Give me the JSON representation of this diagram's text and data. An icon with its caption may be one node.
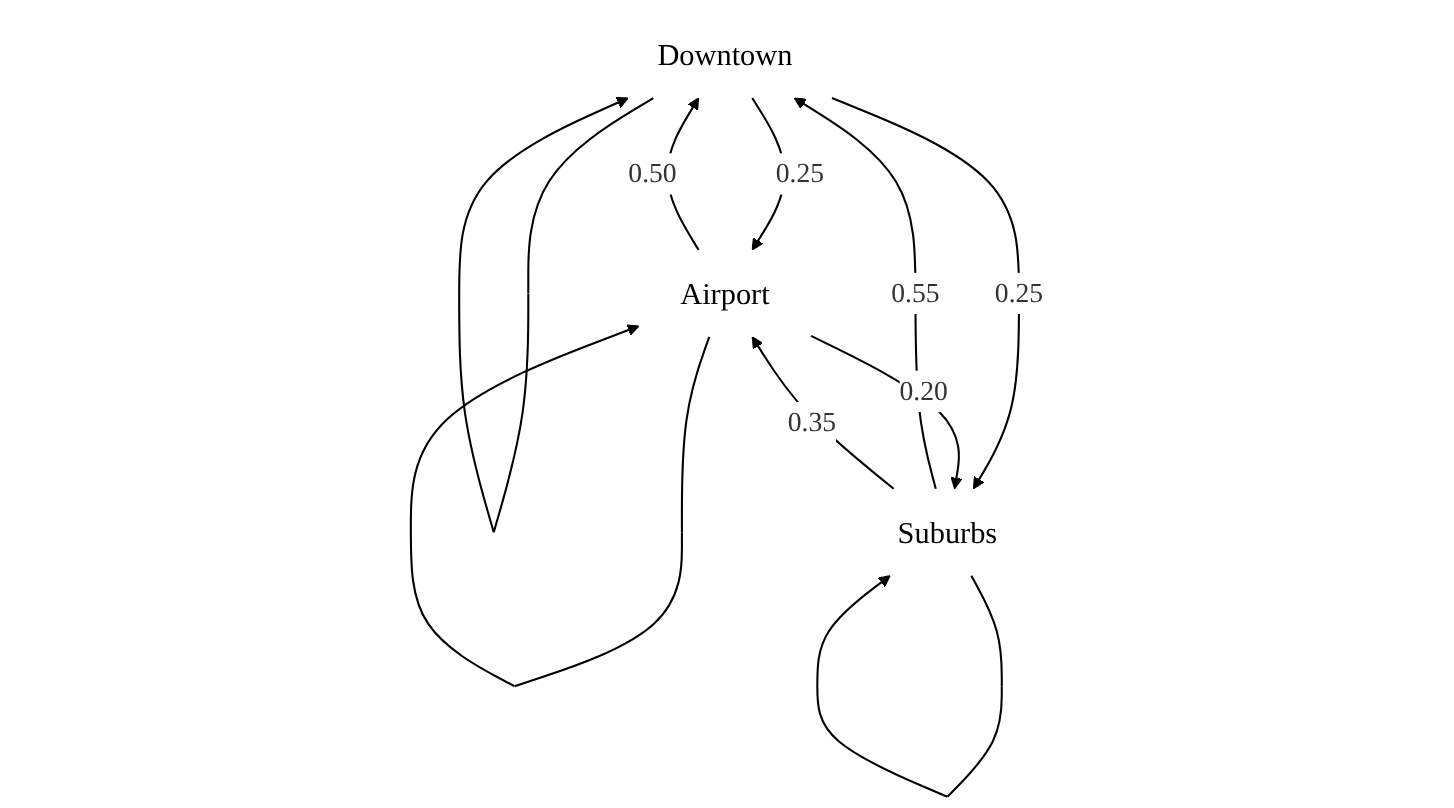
{
  "diagram": {
    "nodes": [
      {
        "text": [
          "Downtown"
        ]
      },
      {
        "text": [
          "Airport"
        ]
      },
      {
        "text": [
          "Suburbs"
        ]
      }
    ],
    "edges": [
      {
        "from": 0,
        "to": 0,
        "arrow": "to"
      },
      {
        "from": 1,
        "to": 0,
        "arrow": "to",
        "label": "0.50"
      },
      {
        "from": 0,
        "to": 1,
        "arrow": "to",
        "label": "0.25"
      },
      {
        "from": 2,
        "to": 0,
        "arrow": "to",
        "label": "0.55"
      },
      {
        "from": 0,
        "to": 2,
        "arrow": "to",
        "label": "0.25"
      },
      {
        "from": 1,
        "to": 1,
        "arrow": "to"
      },
      {
        "from": 1,
        "to": 2,
        "arrow": "to",
        "label": "0.20"
      },
      {
        "from": 2,
        "to": 2,
        "arrow": "to"
      },
      {
        "from": 2,
        "to": 1,
        "arrow": "to",
        "label": "0.35"
      }
    ]
  }
}
